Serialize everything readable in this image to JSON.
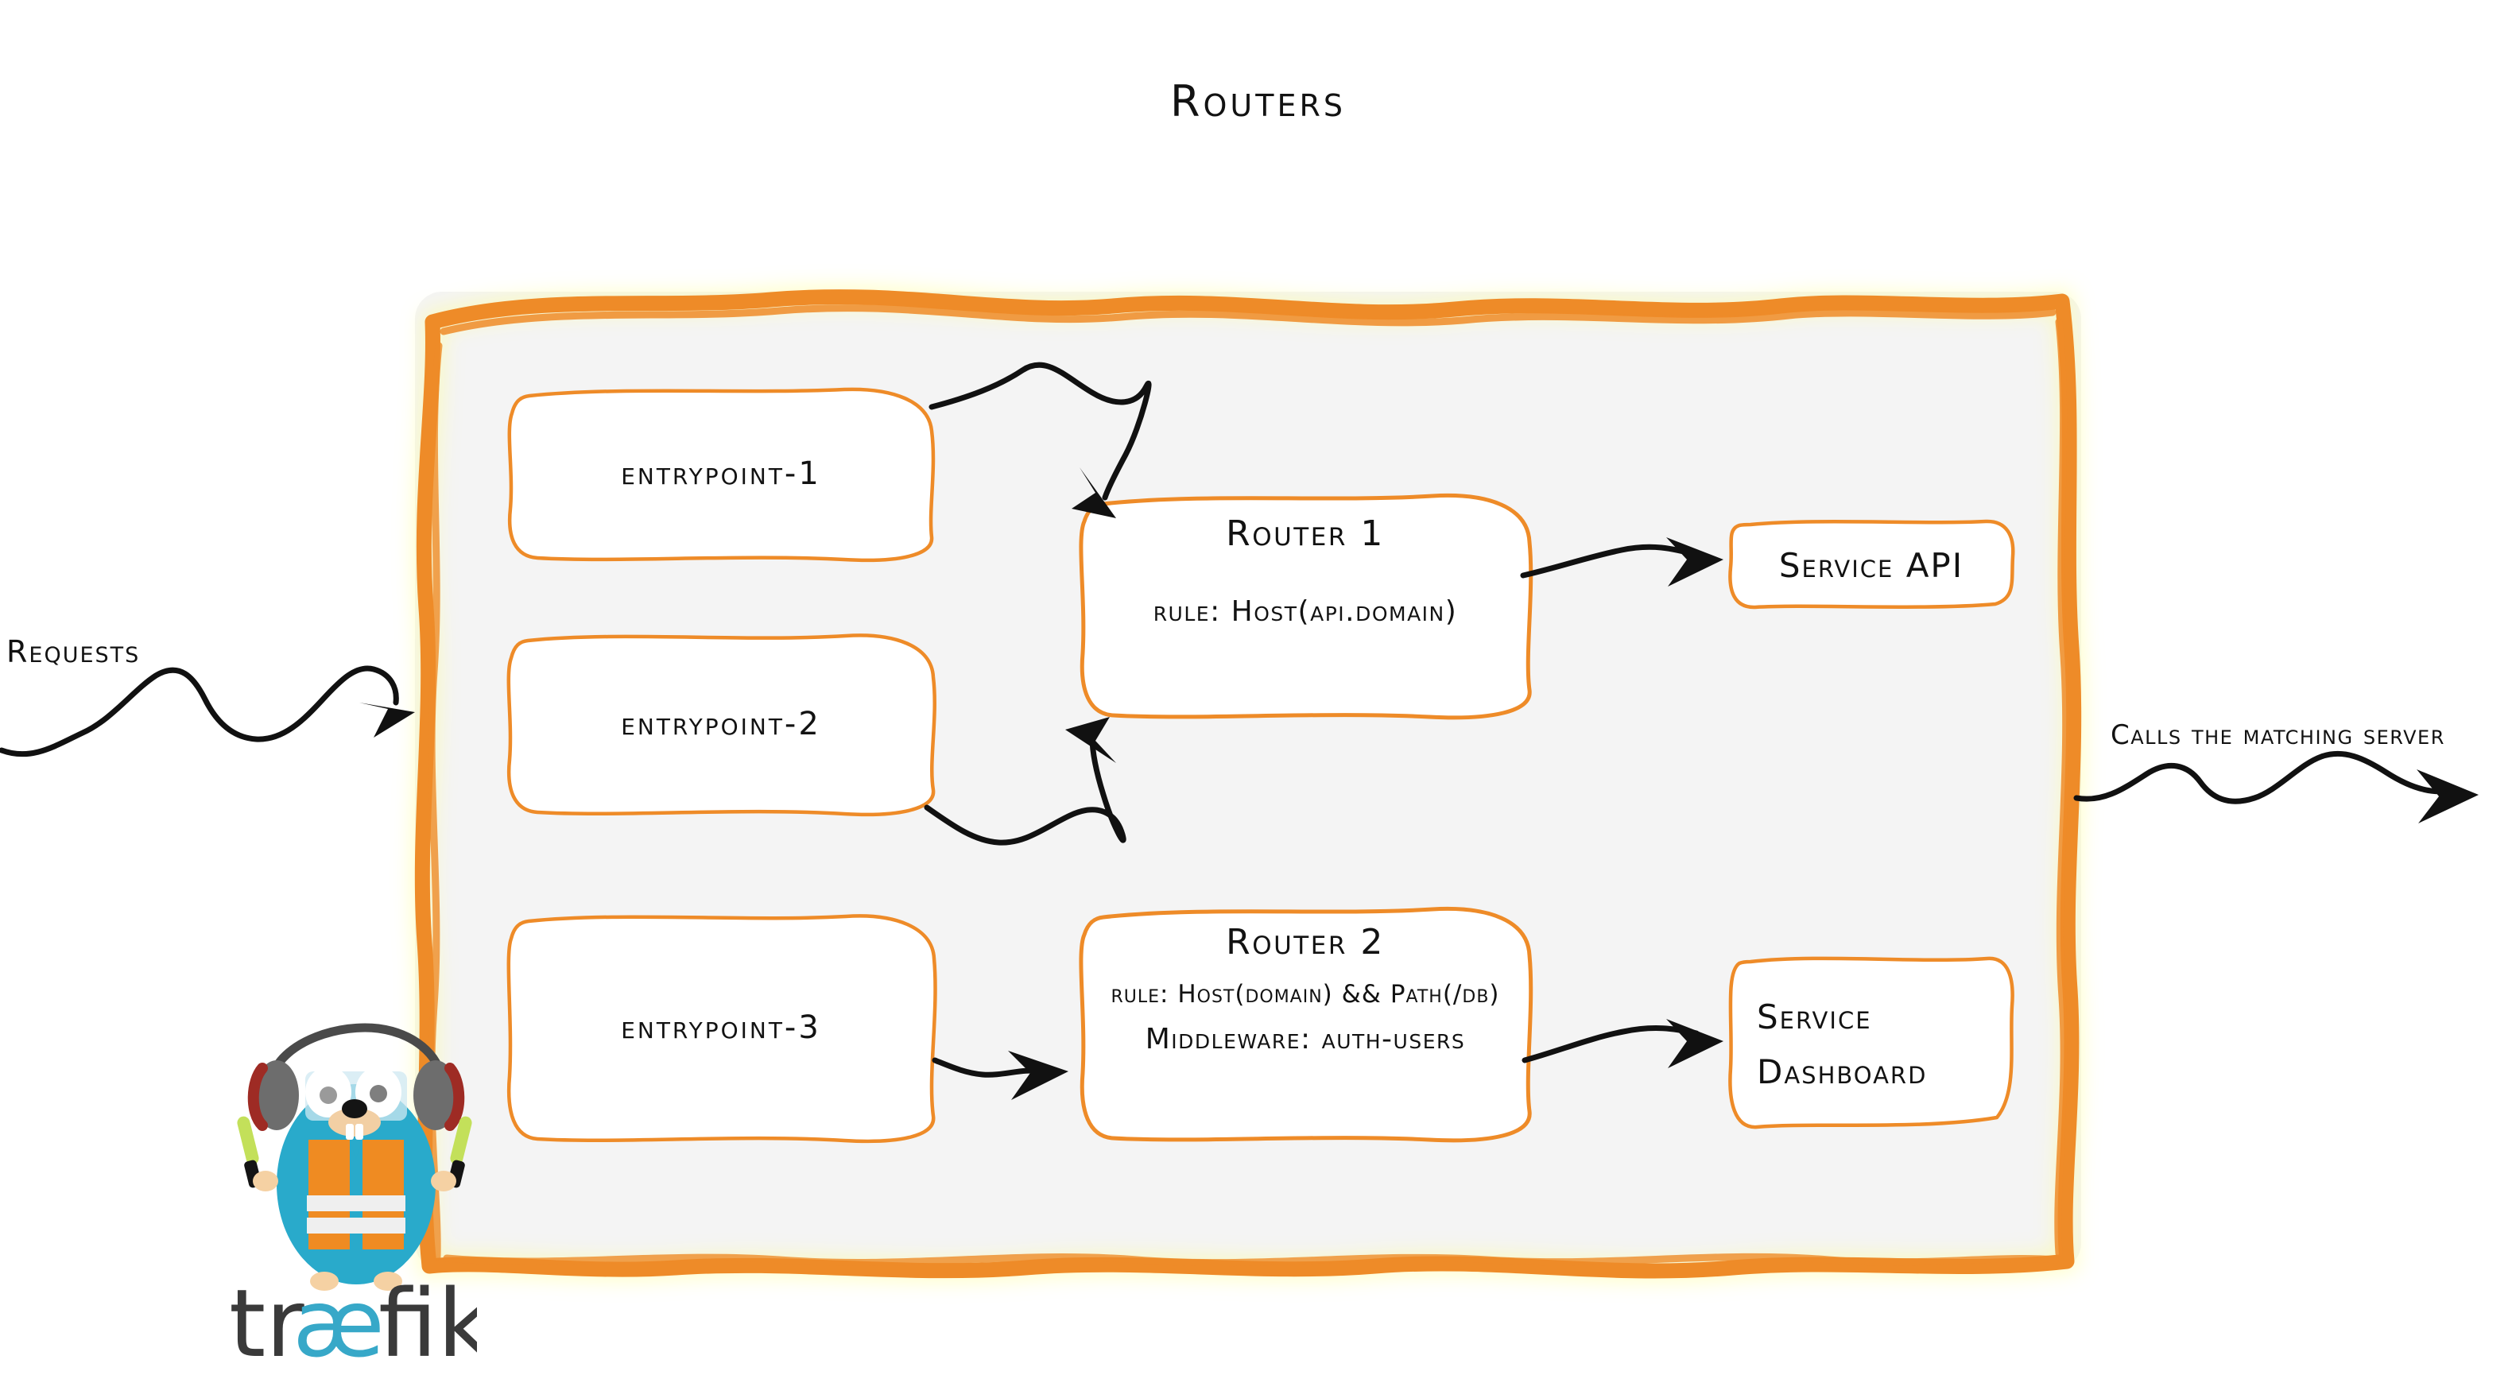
{
  "diagram": {
    "title": "Routers",
    "background_color": "#ffffff",
    "accent_color": "#ee8b28",
    "container_fill": "#f4f4f4",
    "text_color": "#121212"
  },
  "left_caption": "Requests",
  "right_caption": "Calls the matching server",
  "entrypoints": [
    {
      "label": "entrypoint-1"
    },
    {
      "label": "entrypoint-2"
    },
    {
      "label": "entrypoint-3"
    }
  ],
  "routers": [
    {
      "title": "Router 1",
      "rule": "rule: Host(api.domain)",
      "middleware": ""
    },
    {
      "title": "Router 2",
      "rule": "rule: Host(domain) && Path(/db)",
      "middleware": "Middleware: auth-users"
    }
  ],
  "services": [
    {
      "label": "Service API",
      "line1": "Service API",
      "line2": ""
    },
    {
      "label": "Service Dashboard",
      "line1": "Service",
      "line2": "Dashboard"
    }
  ],
  "logo": {
    "wordmark_prefix": "tr",
    "wordmark_ligature": "æ",
    "wordmark_suffix": "fik",
    "wordmark_color": "#3a3a3a",
    "ligature_color": "#37a8c8",
    "mascot_body_color": "#29aacb",
    "mascot_vest_color": "#ef8b22"
  },
  "connections": [
    {
      "from": "entrypoint-1",
      "to": "Router 1"
    },
    {
      "from": "entrypoint-2",
      "to": "Router 1"
    },
    {
      "from": "entrypoint-3",
      "to": "Router 2"
    },
    {
      "from": "Router 1",
      "to": "Service API"
    },
    {
      "from": "Router 2",
      "to": "Service Dashboard"
    }
  ]
}
